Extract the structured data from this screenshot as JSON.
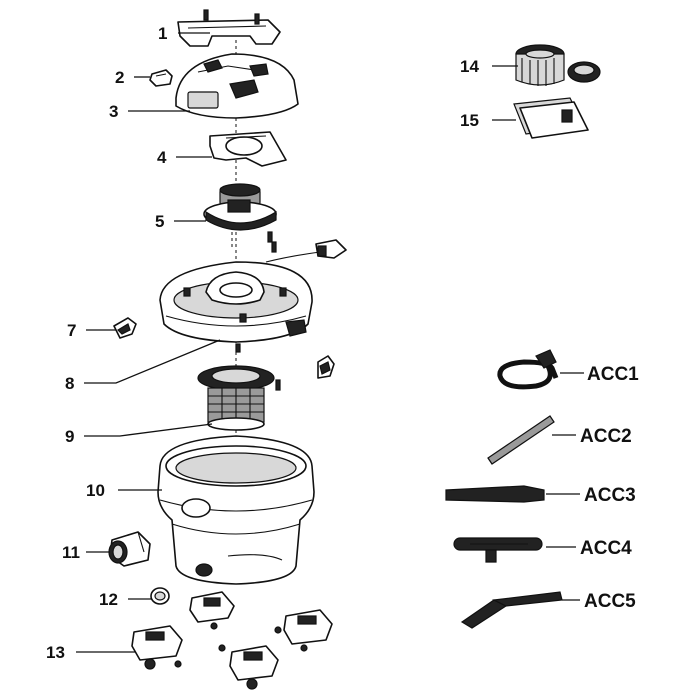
{
  "callouts": [
    {
      "id": "1",
      "label": "1"
    },
    {
      "id": "2",
      "label": "2"
    },
    {
      "id": "3",
      "label": "3"
    },
    {
      "id": "4",
      "label": "4"
    },
    {
      "id": "5",
      "label": "5"
    },
    {
      "id": "7",
      "label": "7"
    },
    {
      "id": "8",
      "label": "8"
    },
    {
      "id": "9",
      "label": "9"
    },
    {
      "id": "10",
      "label": "10"
    },
    {
      "id": "11",
      "label": "11"
    },
    {
      "id": "12",
      "label": "12"
    },
    {
      "id": "13",
      "label": "13"
    },
    {
      "id": "14",
      "label": "14"
    },
    {
      "id": "15",
      "label": "15"
    }
  ],
  "accessories": [
    {
      "id": "ACC1",
      "label": "ACC1"
    },
    {
      "id": "ACC2",
      "label": "ACC2"
    },
    {
      "id": "ACC3",
      "label": "ACC3"
    },
    {
      "id": "ACC4",
      "label": "ACC4"
    },
    {
      "id": "ACC5",
      "label": "ACC5"
    }
  ],
  "colors": {
    "ink": "#111111",
    "background": "#ffffff",
    "shade": "#9a9a9a"
  }
}
